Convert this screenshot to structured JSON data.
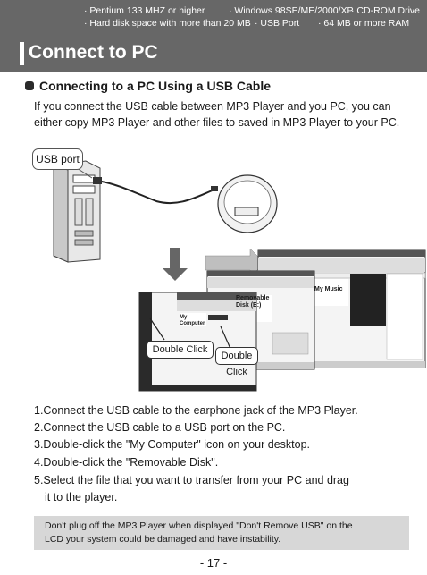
{
  "requirements": {
    "line1": [
      "· Pentium 133 MHZ or higher",
      "· Windows 98SE/ME/2000/XP",
      "· CD-ROM Drive"
    ],
    "line2": [
      "· Hard disk space with more than 20 MB",
      "· USB Port",
      "· 64 MB or more RAM"
    ]
  },
  "page_title": "Connect to PC",
  "section_heading": "Connecting to a PC Using a USB Cable",
  "intro_text": "If you connect the USB cable between MP3 Player and you PC, you can either copy MP3 Player and other files to saved in MP3 Player to your PC.",
  "figure": {
    "usb_port_label": "USB port",
    "double_click_1": "Double Click",
    "double_click_2": "Double Click",
    "my_music_label": "My Music",
    "removable_disk_label": "Removable Disk (E:)",
    "my_computer_label": "My Computer"
  },
  "steps": [
    "1.Connect the USB cable to the earphone jack of the MP3 Player.",
    "2.Connect the USB cable to a USB port on the PC.",
    "3.Double-click the \"My Computer\" icon on your desktop.",
    "4.Double-click the \"Removable Disk\".",
    "5.Select the file that you want to transfer from your PC and drag",
    "it to the player."
  ],
  "note": {
    "line1": "Don't plug off the MP3 Player when displayed \"Don't Remove USB\" on the",
    "line2": "LCD your system could be damaged and have instability."
  },
  "page_number": "- 17 -"
}
